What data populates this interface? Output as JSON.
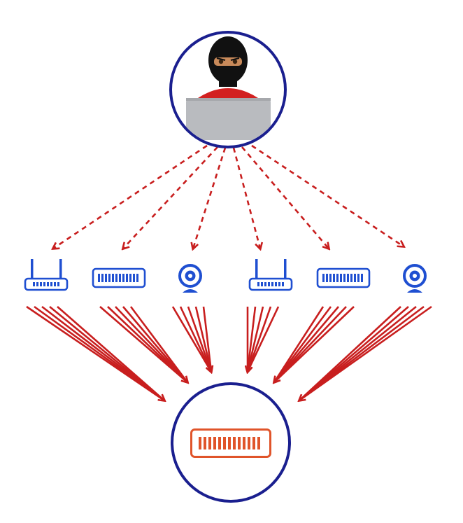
{
  "diagram": {
    "type": "ddos-botnet-illustration",
    "attacker": {
      "icon": "hacker-with-laptop-icon",
      "ring_color": "#1a1f8f",
      "mask_color": "#111111",
      "skin_color": "#c98a5a",
      "shirt_color": "#d22020",
      "laptop_color": "#b9bbbf"
    },
    "command_links": {
      "style": "dashed",
      "color": "#c81e1e",
      "count": 6
    },
    "bots": [
      {
        "id": "bot-1",
        "icon": "router-icon"
      },
      {
        "id": "bot-2",
        "icon": "network-switch-icon"
      },
      {
        "id": "bot-3",
        "icon": "webcam-icon"
      },
      {
        "id": "bot-4",
        "icon": "router-icon"
      },
      {
        "id": "bot-5",
        "icon": "network-switch-icon"
      },
      {
        "id": "bot-6",
        "icon": "webcam-icon"
      }
    ],
    "bot_color": "#1f4fd1",
    "attack_traffic": {
      "style": "solid",
      "color": "#c81e1e",
      "lines_per_bot": 5
    },
    "target": {
      "icon": "server-icon",
      "ring_color": "#1a1f8f",
      "color": "#e0542a"
    }
  }
}
